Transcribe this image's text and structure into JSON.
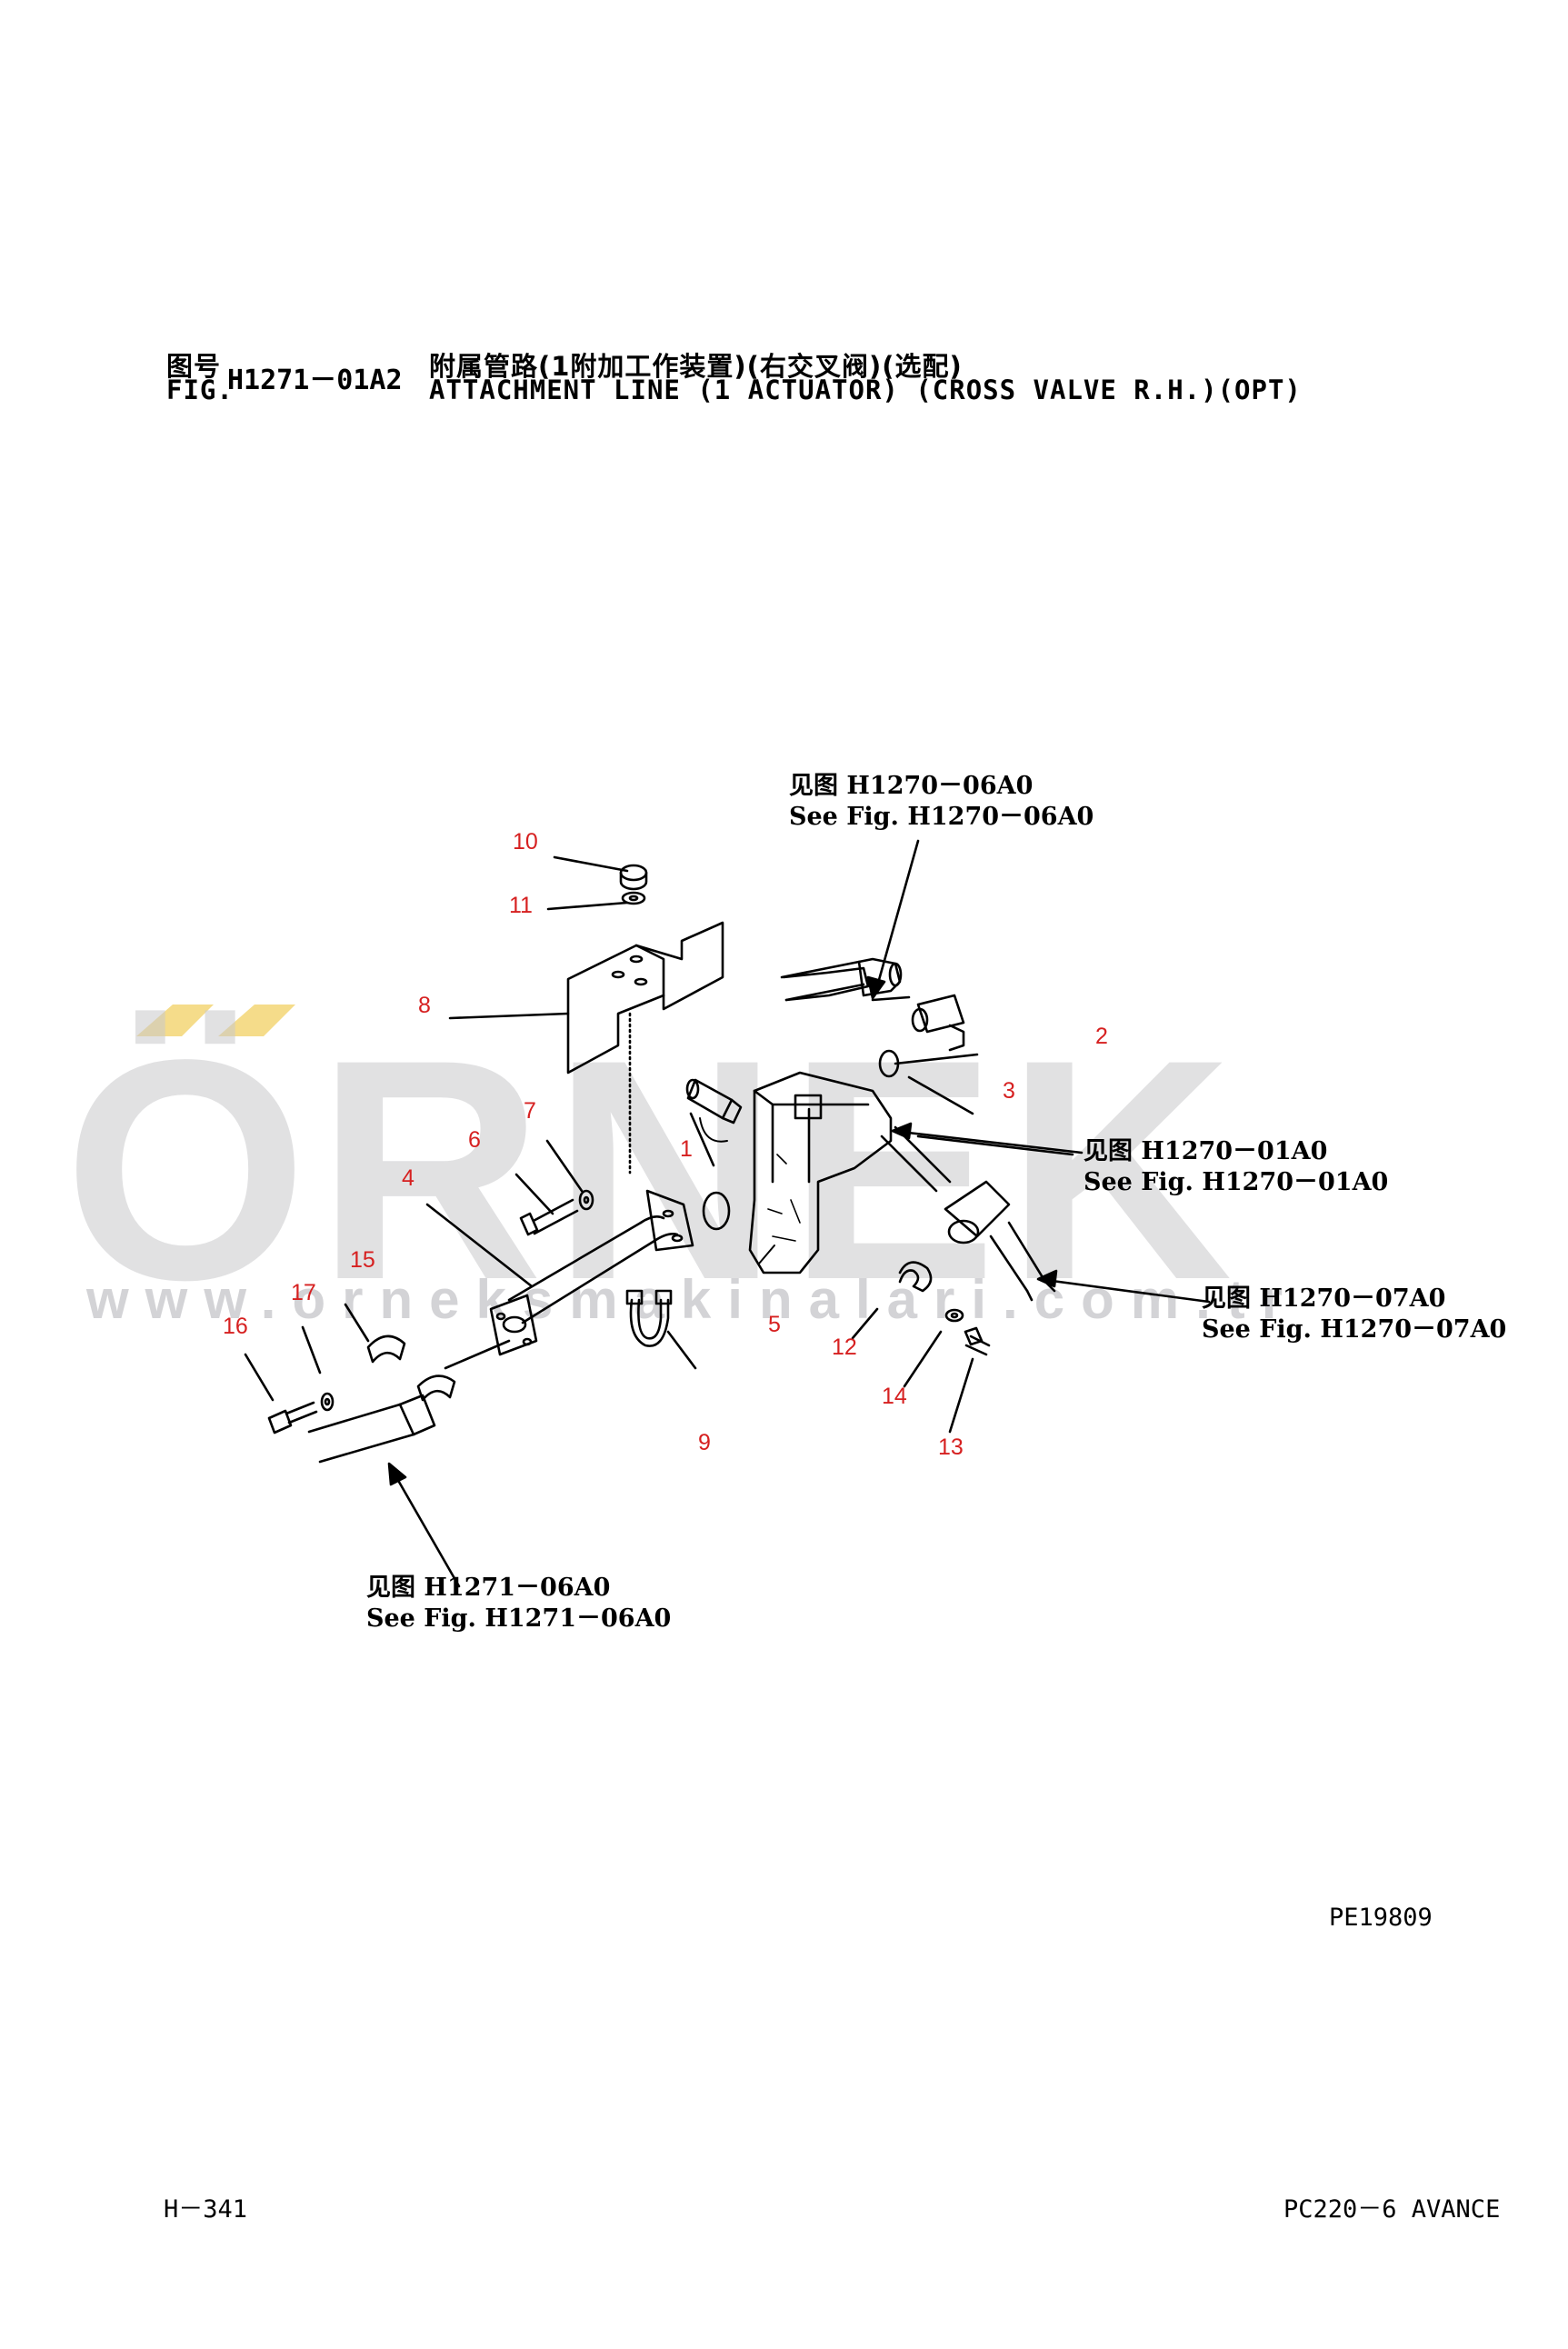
{
  "header": {
    "fig_prefix_cn": "图号",
    "fig_prefix_en": "FIG.",
    "fig_number": "H1271－01A2",
    "title_cn": "附属管路(1附加工作装置)(右交叉阀)(选配)",
    "title_en": "ATTACHMENT LINE (1 ACTUATOR) (CROSS VALVE R.H.)(OPT)"
  },
  "watermark": {
    "brand": "ÖRNEK",
    "url": "www.orneksmakinalari.com.tr",
    "accent_color": "#f5dc8a",
    "text_color": "#c9c9cc"
  },
  "references": [
    {
      "cn": "见图 H1270－06A0",
      "en": "See Fig. H1270－06A0"
    },
    {
      "cn": "见图 H1270－01A0",
      "en": "See Fig. H1270－01A0"
    },
    {
      "cn": "见图 H1270－07A0",
      "en": "See Fig. H1270－07A0"
    },
    {
      "cn": "见图 H1271－06A0",
      "en": "See Fig. H1271－06A0"
    }
  ],
  "callouts": [
    "1",
    "2",
    "3",
    "4",
    "5",
    "6",
    "7",
    "8",
    "9",
    "10",
    "11",
    "12",
    "13",
    "14",
    "15",
    "16",
    "17"
  ],
  "callout_color": "#d62020",
  "drawing_code": "PE19809",
  "footer": {
    "page": "H－341",
    "model": "PC220－6 AVANCE"
  }
}
